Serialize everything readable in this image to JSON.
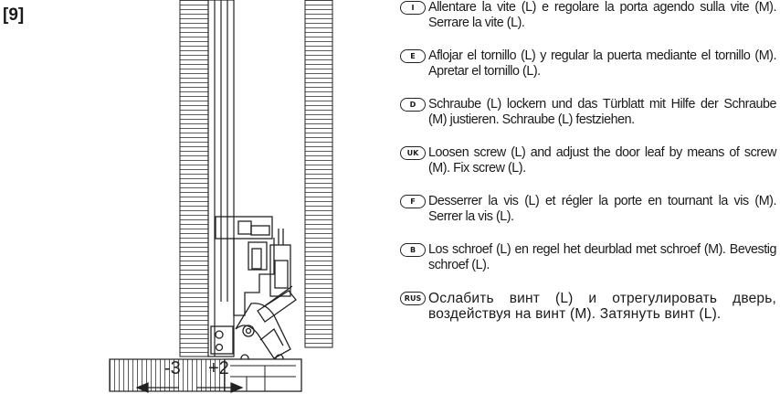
{
  "figure": {
    "label": "[9]"
  },
  "dimensions": {
    "minus": "-3",
    "plus": "+2"
  },
  "instructions": [
    {
      "lang": "I",
      "text": "Allentare la vite (L) e regolare la porta agendo sulla vite (M). Serrare la vite (L)."
    },
    {
      "lang": "E",
      "text": "Aflojar el tornillo (L) y regular la puerta mediante el tornillo (M). Apretar el tornillo (L)."
    },
    {
      "lang": "D",
      "text": "Schraube (L) lockern und das Türblatt mit Hilfe der Schraube (M) justieren. Schraube (L) festziehen."
    },
    {
      "lang": "UK",
      "text": "Loosen screw (L) and adjust the door leaf by means of screw (M). Fix screw (L)."
    },
    {
      "lang": "F",
      "text": "Desserrer la vis (L) et régler la porte en tournant la vis (M). Serrer la vis (L)."
    },
    {
      "lang": "B",
      "text": "Los schroef (L) en regel het deurblad met schroef (M). Bevestig schroef (L)."
    },
    {
      "lang": "RUS",
      "text": "Ослабить винт (L) и отрегулировать дверь, воздействуя на винт (M). Затянуть винт (L)."
    }
  ]
}
